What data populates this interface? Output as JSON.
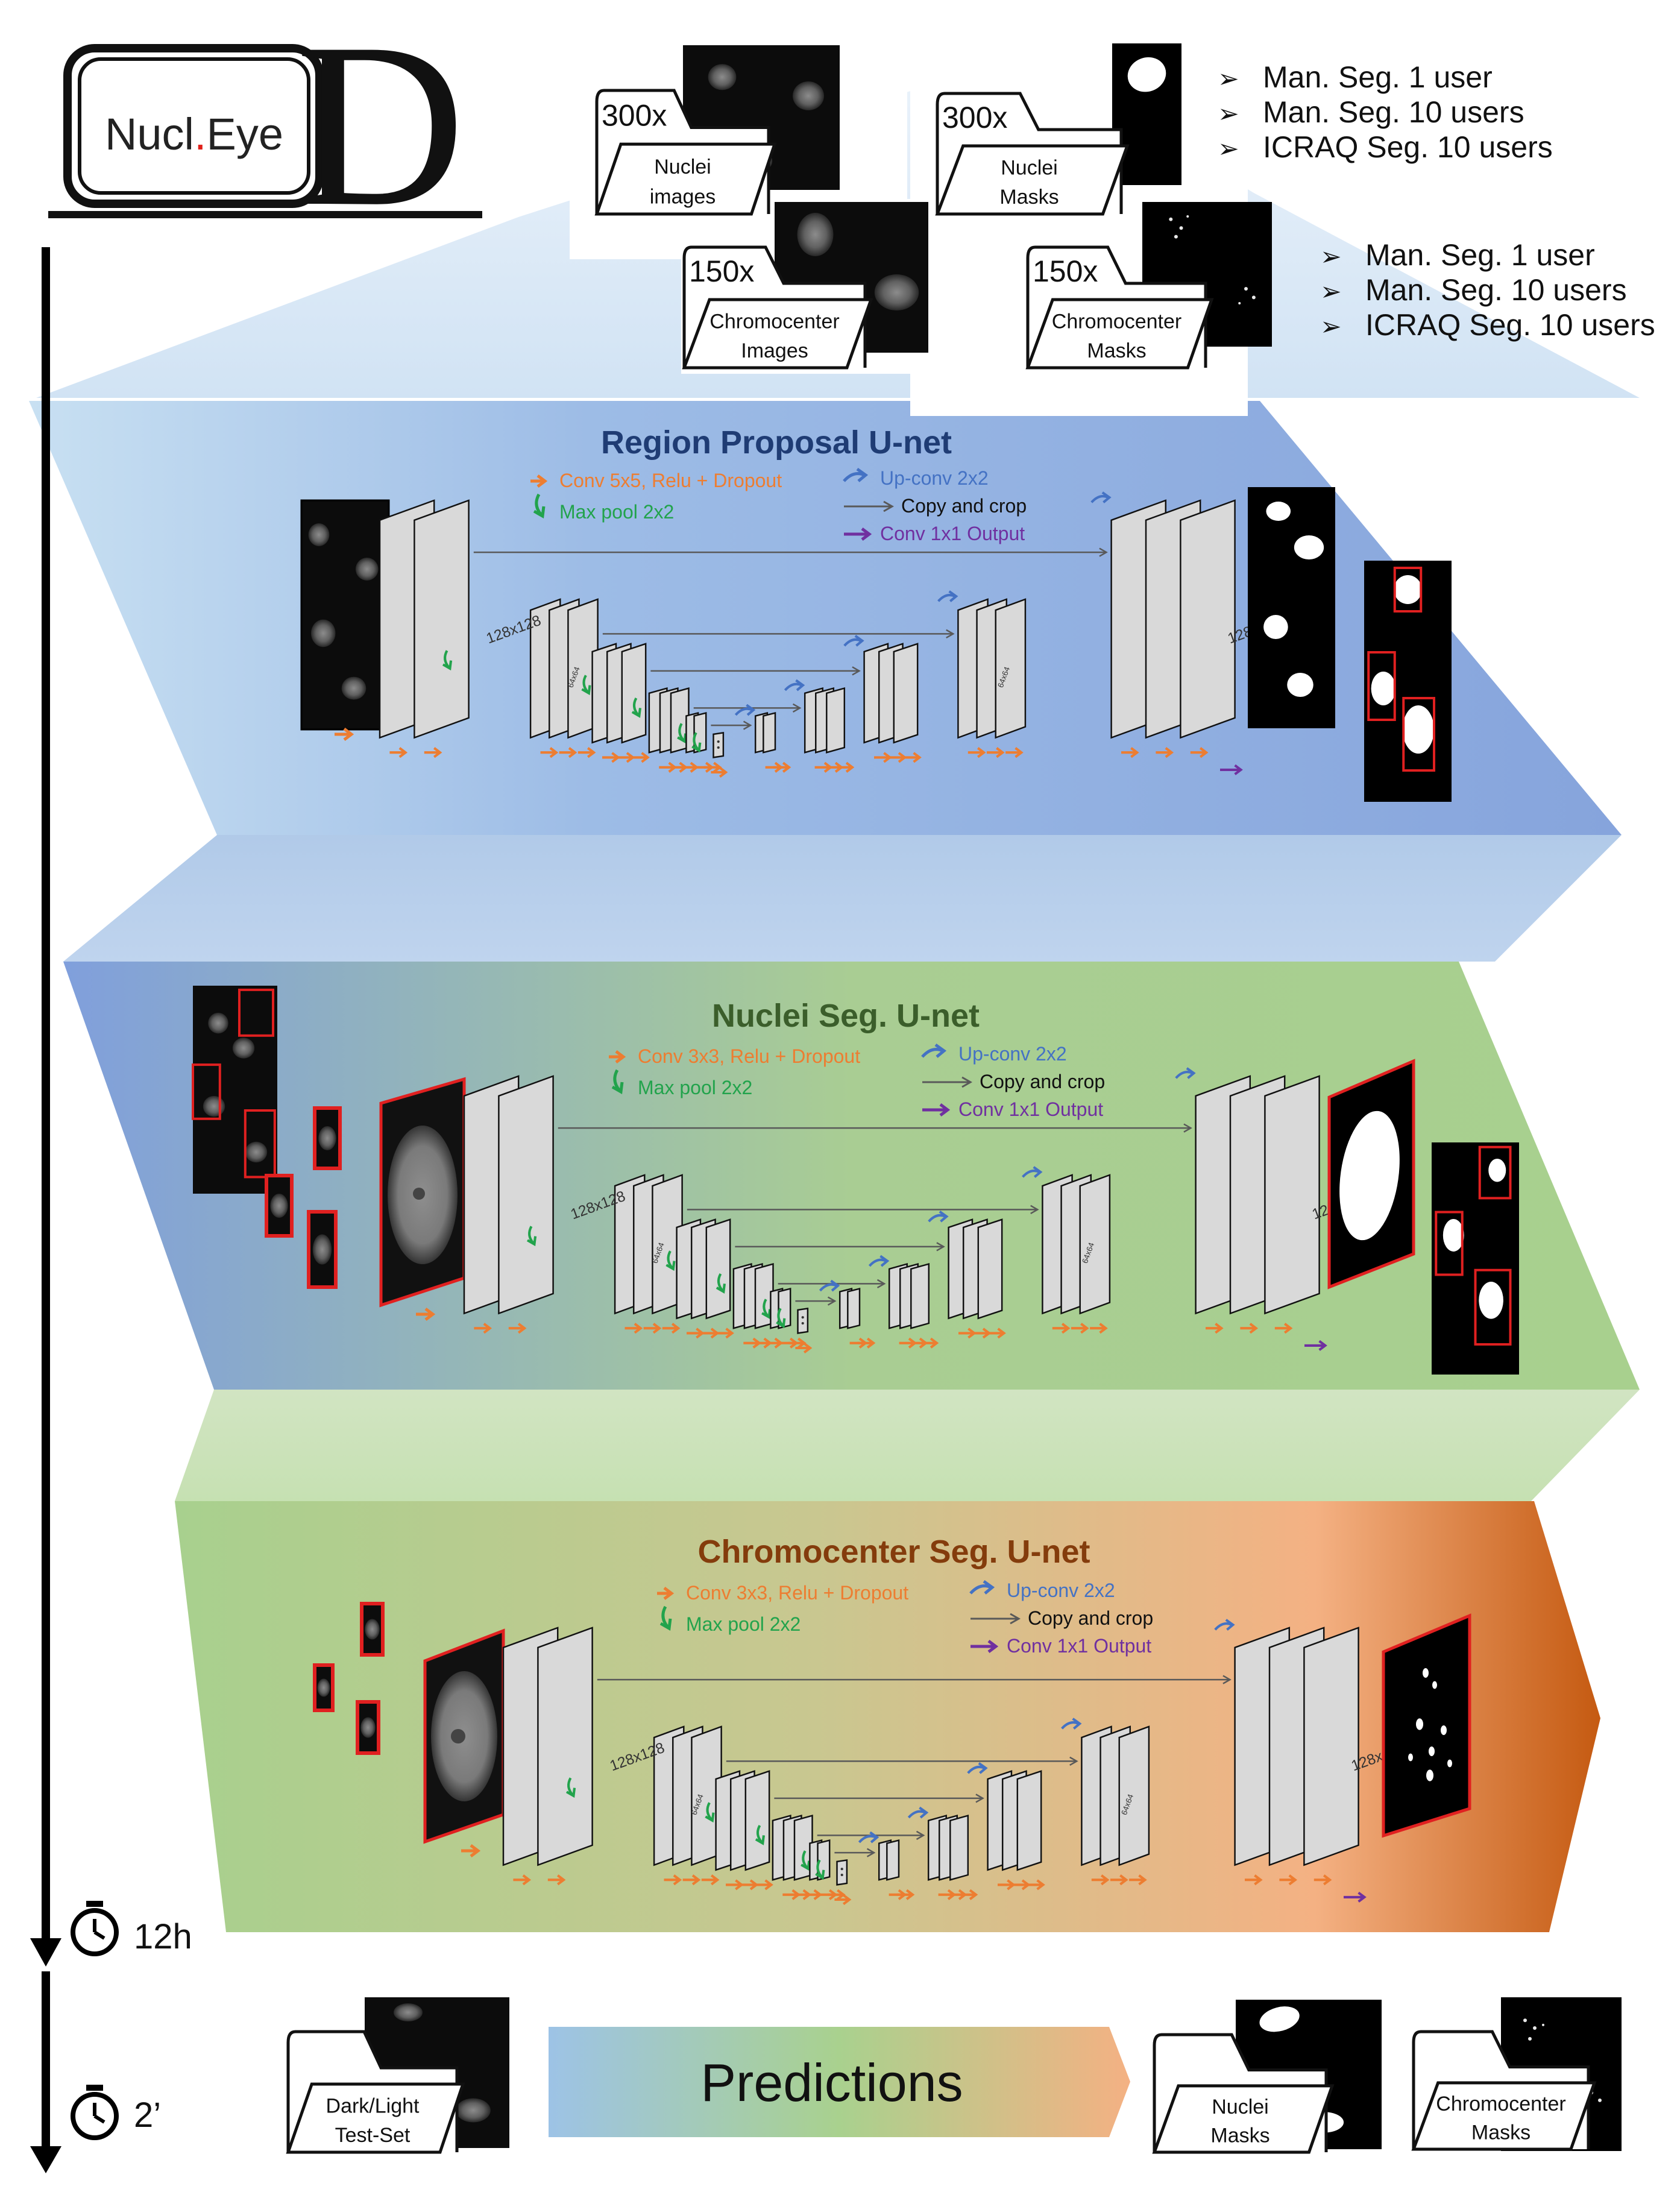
{
  "logo": {
    "prefix": "Nucl",
    "dot": ".",
    "suffix": "Eye",
    "letter": "D",
    "dot_color": "#e0201a"
  },
  "inputs": {
    "nuclei_images": {
      "count": "300x",
      "label_line1": "Nuclei",
      "label_line2": "images"
    },
    "nuclei_masks": {
      "count": "300x",
      "label_line1": "Nuclei",
      "label_line2": "Masks"
    },
    "chromo_images": {
      "count": "150x",
      "label_line1": "Chromocenter",
      "label_line2": "Images"
    },
    "chromo_masks": {
      "count": "150x",
      "label_line1": "Chromocenter",
      "label_line2": "Masks"
    },
    "nuclei_mask_sources": [
      "Man. Seg. 1 user",
      "Man. Seg. 10 users",
      "ICRAQ Seg. 10 users"
    ],
    "chromo_mask_sources": [
      "Man. Seg. 1 user",
      "Man. Seg. 10 users",
      "ICRAQ Seg. 10 users"
    ]
  },
  "panels": [
    {
      "title": "Region Proposal U-net",
      "title_color": "#1f3c74",
      "conv_label": "Conv 5x5, Relu + Dropout",
      "pool_label": "Max pool 2x2",
      "upconv_label": "Up-conv 2x2",
      "copy_label": "Copy and crop",
      "out_label": "Conv 1x1 Output",
      "size_large": "128x128",
      "size_small": "64x64",
      "colors": [
        "#c2dcef",
        "#86a6dc"
      ]
    },
    {
      "title": "Nuclei Seg. U-net",
      "title_color": "#3b5e2b",
      "conv_label": "Conv 3x3, Relu + Dropout",
      "pool_label": "Max pool 2x2",
      "upconv_label": "Up-conv 2x2",
      "copy_label": "Copy and crop",
      "out_label": "Conv 1x1 Output",
      "size_large": "128x128",
      "size_small": "64x64",
      "colors": [
        "#87a6dd",
        "#a8d08e"
      ]
    },
    {
      "title": "Chromocenter Seg. U-net",
      "title_color": "#843c0c",
      "conv_label": "Conv 3x3, Relu + Dropout",
      "pool_label": "Max pool 2x2",
      "upconv_label": "Up-conv 2x2",
      "copy_label": "Copy and crop",
      "out_label": "Conv 1x1 Output",
      "size_large": "128x128",
      "size_small": "64x64",
      "colors": [
        "#a8d08e",
        "#f4b183",
        "#c55a11"
      ]
    }
  ],
  "timeline": {
    "train_time": "12h",
    "predict_time": "2’"
  },
  "bottom": {
    "test_set_line1": "Dark/Light",
    "test_set_line2": "Test-Set",
    "predictions": "Predictions",
    "out1_line1": "Nuclei",
    "out1_line2": "Masks",
    "out2_line1": "Chromocenter",
    "out2_line2": "Masks"
  },
  "colors": {
    "arrow_conv": "#ed7d31",
    "arrow_pool": "#22a34c",
    "arrow_up": "#4472c4",
    "arrow_out": "#7030a0",
    "copy": "#595959",
    "mask_border": "#e02020"
  }
}
